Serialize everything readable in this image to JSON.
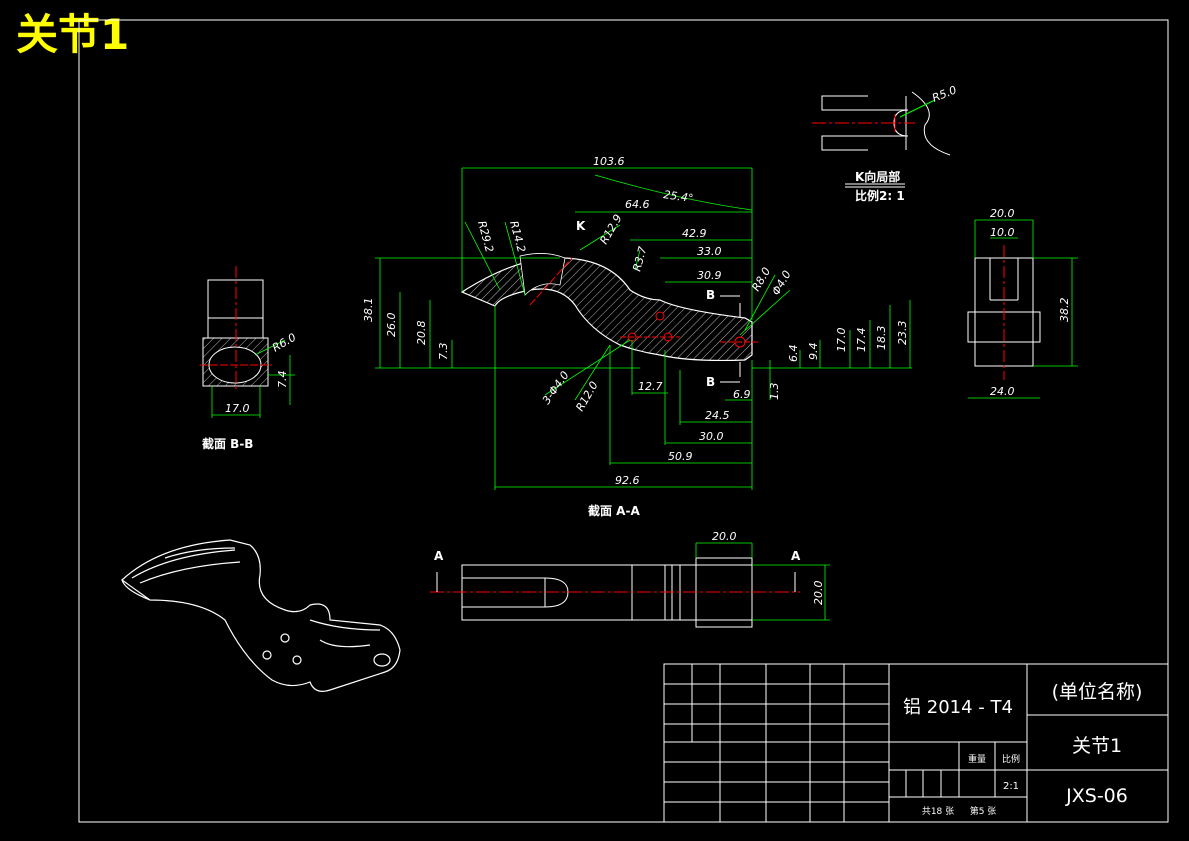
{
  "title": "关节1",
  "views": {
    "section_aa_label": "截面  A-A",
    "section_bb_label": "截面  B-B",
    "detail_label_line1": "K向局部",
    "detail_label_line2": "比例2: 1",
    "marker_k": "K",
    "marker_a": "A",
    "marker_b": "B"
  },
  "dimensions": {
    "aa": [
      "103.6",
      "25.4°",
      "64.6",
      "42.9",
      "33.0",
      "30.9",
      "R29.2",
      "R14.2",
      "R12.9",
      "R3.7",
      "R8.0",
      "Φ4.0",
      "38.1",
      "26.0",
      "20.8",
      "7.3",
      "17.0",
      "17.4",
      "18.3",
      "23.3",
      "6.4",
      "9.4",
      "1.3",
      "6.9",
      "12.7",
      "24.5",
      "30.0",
      "50.9",
      "92.6",
      "3-Φ4.0",
      "R12.0"
    ],
    "bb": [
      "R6.0",
      "7.4",
      "17.0"
    ],
    "side": [
      "20.0",
      "10.0",
      "38.2",
      "24.0"
    ],
    "detail": [
      "R5.0"
    ],
    "bottom": [
      "20.0",
      "20.0"
    ]
  },
  "title_block": {
    "material": "铝 2014 - T4",
    "org_name": "(单位名称)",
    "part_name": "关节1",
    "drawing_no": "JXS-06",
    "qty_label": "重量",
    "scale_label": "比例",
    "scale_value": "2:1",
    "sheets": "共18 张",
    "sheet_no": "第5 张"
  },
  "colors": {
    "background": "#000000",
    "outline": "#ffffff",
    "dimension": "#00ff00",
    "centerline": "#ff0000",
    "title": "#ffff00"
  }
}
